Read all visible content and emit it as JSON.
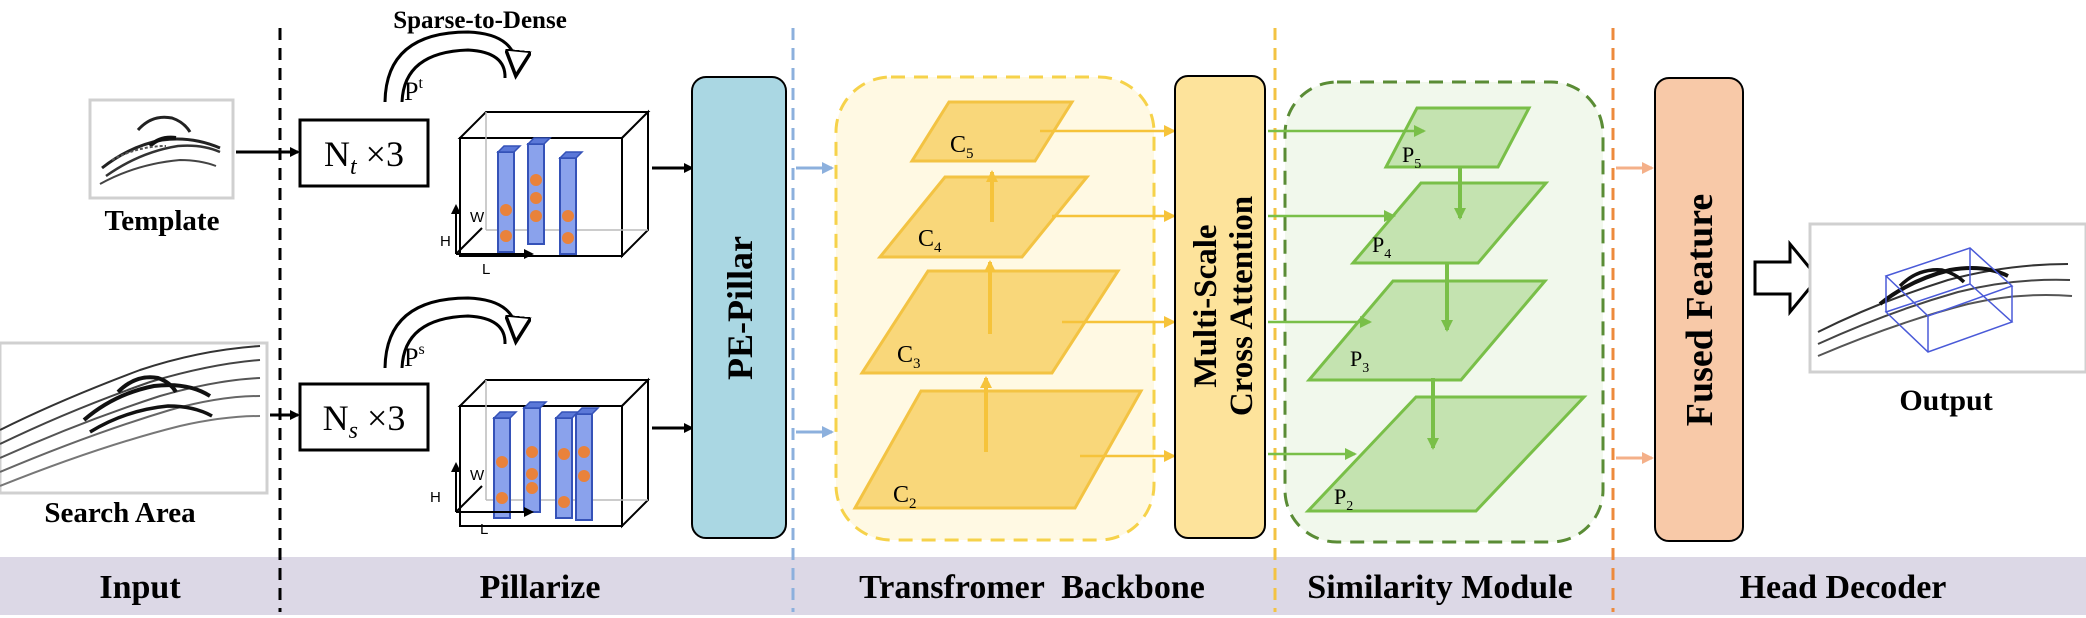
{
  "stage_labels": {
    "input": "Input",
    "pillarize": "Pillarize",
    "backbone": "Transfromer  Backbone",
    "similarity": "Similarity Module",
    "head": "Head Decoder"
  },
  "input": {
    "template_label": "Template",
    "search_label": "Search Area"
  },
  "pillarize": {
    "sparse_to_dense": "Sparse-to-Dense",
    "template_points": {
      "base": "N",
      "sub": "t",
      "tail": " ×3"
    },
    "search_points": {
      "base": "N",
      "sub": "s",
      "tail": " ×3"
    },
    "template_pillar": {
      "base": "P",
      "sup": "t"
    },
    "search_pillar": {
      "base": "P",
      "sup": "s"
    },
    "axis_w": "W",
    "axis_h": "H",
    "axis_l": "L"
  },
  "pe_pillar": "PE-Pillar",
  "backbone": {
    "levels": [
      {
        "base": "C",
        "sub": "5"
      },
      {
        "base": "C",
        "sub": "4"
      },
      {
        "base": "C",
        "sub": "3"
      },
      {
        "base": "C",
        "sub": "2"
      }
    ]
  },
  "cross_attention": {
    "line1": "Multi-Scale",
    "line2": "Cross Attention"
  },
  "similarity": {
    "levels": [
      {
        "base": "P",
        "sub": "5"
      },
      {
        "base": "P",
        "sub": "4"
      },
      {
        "base": "P",
        "sub": "3"
      },
      {
        "base": "P",
        "sub": "2"
      }
    ]
  },
  "fused_feature": "Fused Feature",
  "output_label": "Output",
  "colors": {
    "band": "#dcd8e6",
    "pe_pillar": "#aad7e3",
    "backbone_fill": "#fff9e3",
    "backbone_border": "#f6d24a",
    "plane_yellow": "#f9d77a",
    "plane_yellow_border": "#f3c343",
    "cross_attention": "#fde39b",
    "similarity_fill": "#f1f8ec",
    "similarity_border": "#5a8c35",
    "plane_green": "#c4e3b0",
    "plane_green_border": "#79bf48",
    "fused": "#f8c9a8",
    "pillar_fill": "#8aa2ec",
    "pillar_border": "#3552b8",
    "point": "#e9823b",
    "sep_blue": "#8cb0dd",
    "sep_yellow": "#f3c343",
    "sep_orange": "#ed8a3c",
    "arrow_orange": "#f4b089"
  }
}
